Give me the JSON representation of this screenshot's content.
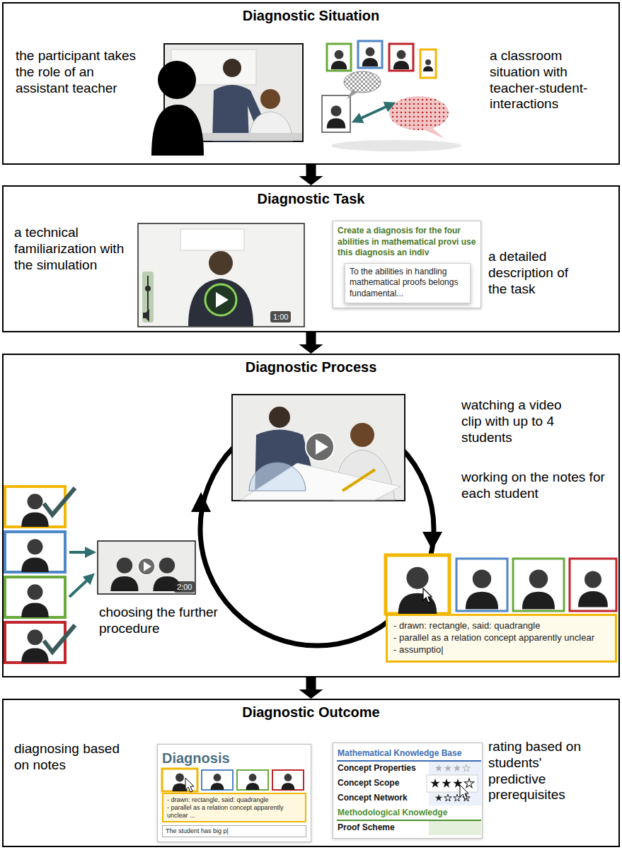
{
  "diagram": {
    "nodes": [
      {
        "text": [
          "Diagnostic Situation"
        ]
      },
      {
        "text": [
          "Diagnostic Task"
        ]
      },
      {
        "text": [
          "Create a diagnosis for the four abilities in mathematical provi use this diagnosis an indiv"
        ],
        "in": 1
      },
      {
        "text": [
          "To the abilities in handling mathematical proofs belongs fundamental..."
        ],
        "in": 2
      },
      {
        "text": [
          "Diagnostic Process"
        ]
      },
      {
        "text": [
          "- drawn: rectangle, said: quadrangle",
          "- parallel as a relation concept apparently unclear",
          "- assumptio|"
        ],
        "in": 4
      },
      {
        "text": [
          "Diagnostic Outcome"
        ]
      },
      {
        "text": [
          "Diagnosis"
        ],
        "in": 6
      },
      {
        "text": [
          "- drawn: rectangle, said: quadrangle",
          "- parallel as a relation concept apparently unclear ..."
        ],
        "in": 7
      },
      {
        "text": [
          "The student has big p|"
        ],
        "in": 7
      },
      {
        "text": [
          "Mathematical Knowledge Base",
          "Concept Properties",
          "Concept Scope",
          "Concept Network",
          "Methodological Knowledge",
          "Proof Scheme"
        ],
        "in": 6
      }
    ],
    "edges": [
      {
        "from": 0,
        "to": 1,
        "arrow": "to"
      },
      {
        "from": 1,
        "to": 4,
        "arrow": "to"
      },
      {
        "from": 4,
        "to": 6,
        "arrow": "to"
      }
    ],
    "labels": [
      "the participant takes the role of an assistant teacher",
      "a classroom situation with teacher-student-interactions",
      "a technical familiarization with the simulation",
      "1:00",
      "a detailed description of the task",
      "watching a video clip with up to 4 students",
      "working on the notes for each student",
      "2:00",
      "choosing the further procedure",
      "diagnosing based on notes",
      "rating based on students' predictive prerequisites"
    ]
  }
}
